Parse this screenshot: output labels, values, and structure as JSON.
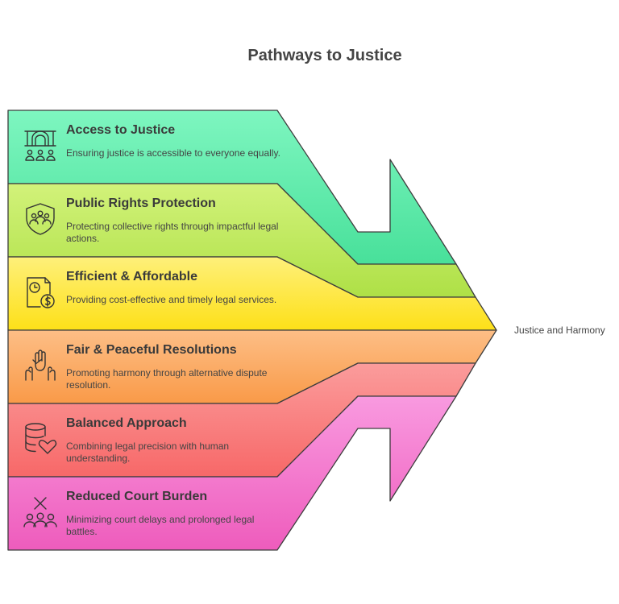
{
  "title": "Pathways to Justice",
  "outcome": "Justice and Harmony",
  "items": [
    {
      "title": "Access to Justice",
      "description": "Ensuring justice is accessible to everyone equally.",
      "icon": "courthouse-people-icon",
      "color": "#5ee8a8"
    },
    {
      "title": "Public Rights Protection",
      "description": "Protecting collective rights through impactful legal actions.",
      "icon": "shield-people-icon",
      "color": "#c3ea5f"
    },
    {
      "title": "Efficient & Affordable",
      "description": "Providing cost-effective and timely legal services.",
      "icon": "document-clock-dollar-icon",
      "color": "#fde93a"
    },
    {
      "title": "Fair & Peaceful Resolutions",
      "description": "Promoting harmony through alternative dispute resolution.",
      "icon": "raised-hands-icon",
      "color": "#fba768"
    },
    {
      "title": "Balanced Approach",
      "description": "Combining legal precision with human understanding.",
      "icon": "stack-heart-icon",
      "color": "#fa7f7f"
    },
    {
      "title": "Reduced Court Burden",
      "description": "Minimizing court delays and prolonged legal battles.",
      "icon": "cross-people-icon",
      "color": "#f376c9"
    }
  ]
}
